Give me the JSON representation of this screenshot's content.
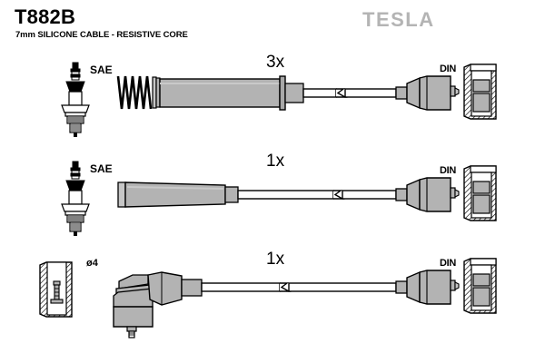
{
  "header": {
    "part_number": "T882B",
    "subtitle": "7mm SILICONE CABLE -  RESISTIVE CORE",
    "brand": "TESLA"
  },
  "colors": {
    "line": "#000000",
    "metal_fill": "#b3b3b3",
    "metal_fill_light": "#c6c6c6",
    "metal_fill_dark": "#9a9a9a",
    "white": "#ffffff",
    "brand_gray": "#b4b4b4"
  },
  "rows": [
    {
      "id": "row-1",
      "quantity": "3x",
      "plug_end_label": "SAE",
      "coil_end_label": "DIN",
      "has_spring": true,
      "boot_style": "straight-long-spring",
      "terminal_icon": "spark-plug-icon",
      "socket_icon": "din-terminal-icon"
    },
    {
      "id": "row-2",
      "quantity": "1x",
      "plug_end_label": "SAE",
      "coil_end_label": "DIN",
      "has_spring": false,
      "boot_style": "straight-tapered",
      "terminal_icon": "spark-plug-icon",
      "socket_icon": "din-terminal-icon"
    },
    {
      "id": "row-3",
      "quantity": "1x",
      "plug_end_label": "ø4",
      "coil_end_label": "DIN",
      "has_spring": false,
      "boot_style": "right-angle-coil",
      "terminal_icon": "coil-terminal-icon",
      "socket_icon": "din-terminal-icon"
    }
  ],
  "labels": {
    "cable_break_symbol": "zigzag-break",
    "row1_qty_pos": "3x",
    "row2_qty_pos": "1x",
    "row3_qty_pos": "1x"
  }
}
